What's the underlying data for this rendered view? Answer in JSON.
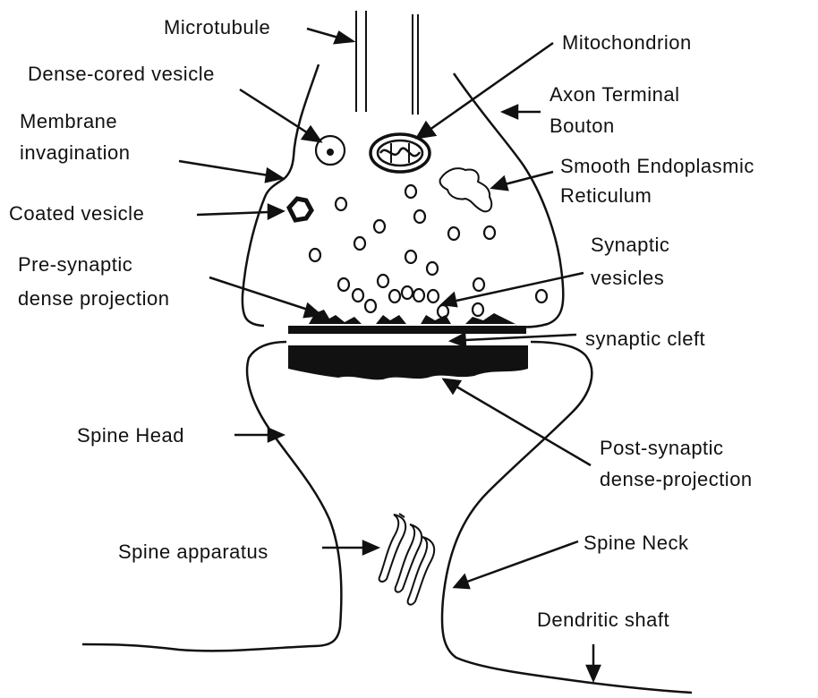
{
  "labels": {
    "microtubule": "Microtubule",
    "mitochondrion": "Mitochondrion",
    "dense_cored_vesicle": "Dense-cored  vesicle",
    "axon_terminal_1": "Axon  Terminal",
    "axon_terminal_2": "Bouton",
    "membrane_invagination_1": "Membrane",
    "membrane_invagination_2": "invagination",
    "smooth_er_1": "Smooth  Endoplasmic",
    "smooth_er_2": "Reticulum",
    "coated_vesicle": "Coated  vesicle",
    "pre_synaptic_1": "Pre-synaptic",
    "pre_synaptic_2": "dense  projection",
    "synaptic_vesicles_1": "Synaptic",
    "synaptic_vesicles_2": "vesicles",
    "synaptic_cleft": "synaptic   cleft",
    "spine_head": "Spine Head",
    "post_synaptic_1": "Post-synaptic",
    "post_synaptic_2": "dense-projection",
    "spine_apparatus": "Spine  apparatus",
    "spine_neck": "Spine Neck",
    "dendritic_shaft": "Dendritic   shaft"
  }
}
